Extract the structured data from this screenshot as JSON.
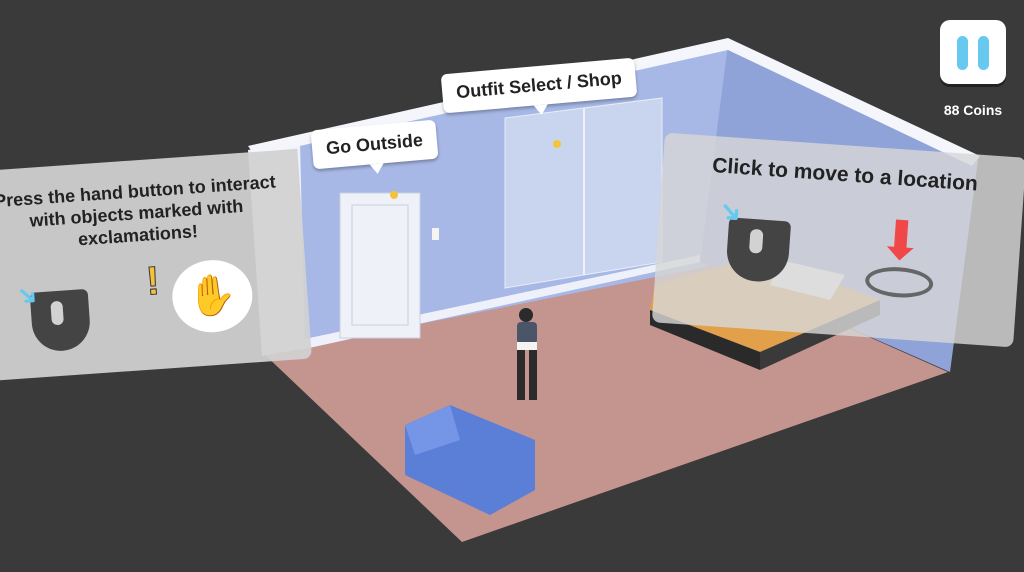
{
  "hud": {
    "coins_label": "88 Coins",
    "pause_icon": "pause-icon"
  },
  "bubbles": {
    "go_outside": "Go Outside",
    "outfit_shop": "Outfit Select / Shop"
  },
  "tutorial": {
    "interact_text": "Press the hand button to interact with objects marked with exclamations!",
    "move_text": "Click to move to a location"
  },
  "colors": {
    "background": "#3a3a3a",
    "wall": "#a7b8e6",
    "floor": "#c4948f",
    "sofa": "#5b7fd6",
    "bed": "#e2a04a",
    "accent": "#67c9f0",
    "arrow": "#f04848",
    "exclamation": "#f5c33b"
  }
}
